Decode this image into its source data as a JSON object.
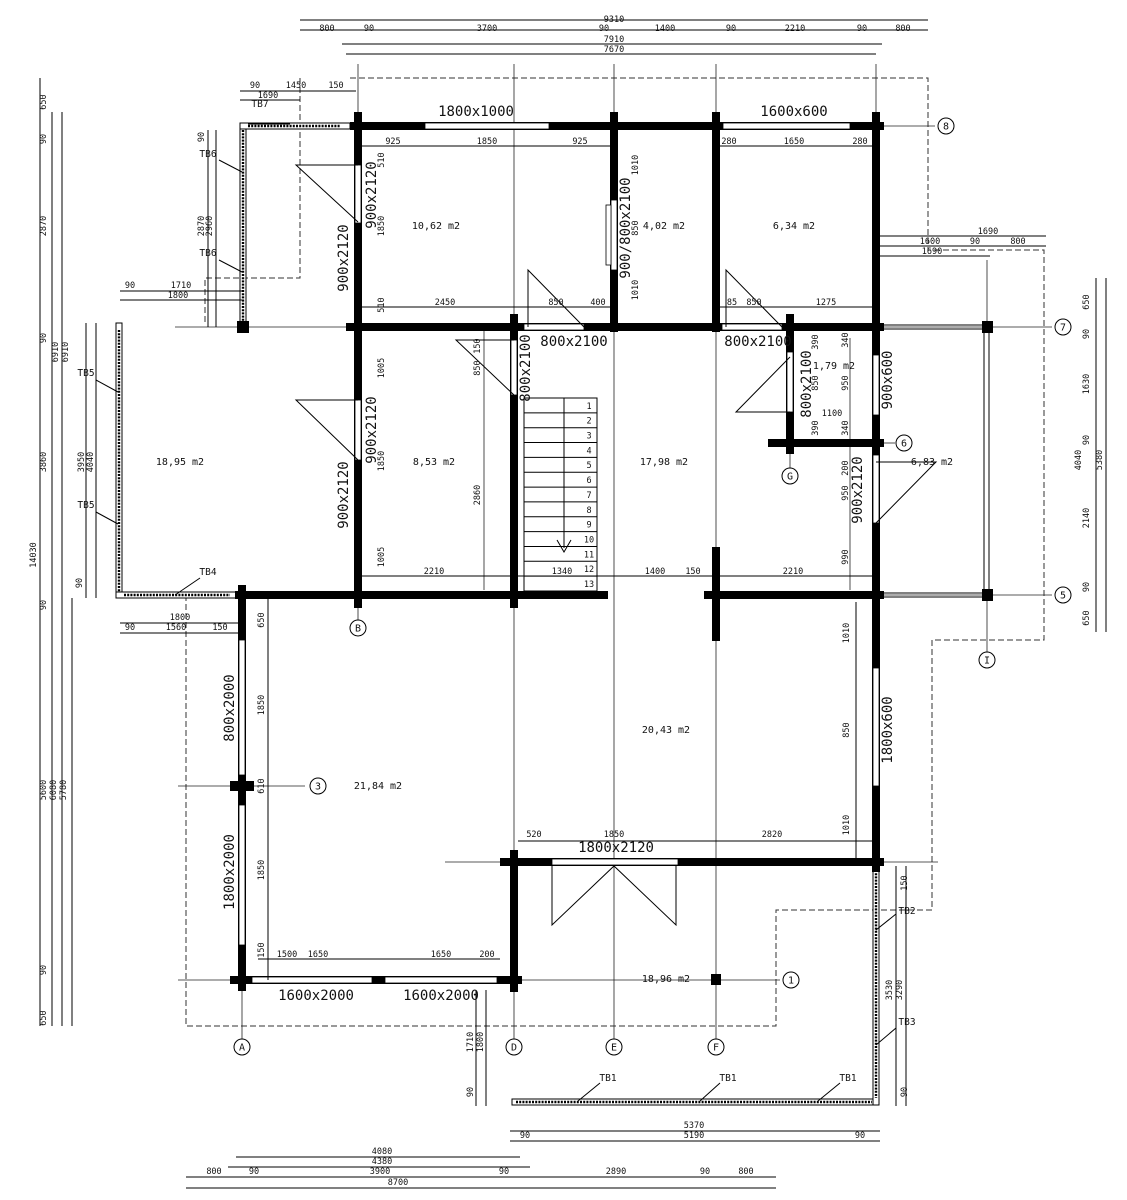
{
  "rooms": [
    "10,62 m2",
    "4,02 m2",
    "6,34 m2",
    "18,95 m2",
    "8,53 m2",
    "17,98 m2",
    "1,79 m2",
    "6,83 m2",
    "20,43 m2",
    "21,84 m2",
    "18,96 m2"
  ],
  "openings": [
    "1800x1000",
    "1600x600",
    "900x2120",
    "900x2120",
    "900/800x2100",
    "800x2100",
    "800x2100",
    "800x2100",
    "800x2100",
    "900x2120",
    "900x2120",
    "900x600",
    "900x2120",
    "1800x600",
    "800x2000",
    "1800x2000",
    "1800x2120",
    "1600x2000",
    "1600x2000"
  ],
  "axes": [
    "A",
    "B",
    "D",
    "E",
    "F",
    "G",
    "I",
    "1",
    "3",
    "5",
    "6",
    "7",
    "8"
  ],
  "terrace_labels": [
    "TB7",
    "TB6",
    "TB6",
    "TB5",
    "TB5",
    "TB4",
    "TB2",
    "TB3",
    "TB1",
    "TB1",
    "TB1"
  ],
  "stair_steps": [
    "1",
    "2",
    "3",
    "4",
    "5",
    "6",
    "7",
    "8",
    "9",
    "10",
    "11",
    "12",
    "13"
  ],
  "dimensions": [
    "9310",
    "800",
    "90",
    "3700",
    "90",
    "1400",
    "90",
    "2210",
    "90",
    "800",
    "7910",
    "7670",
    "90",
    "1450",
    "150",
    "1690",
    "925",
    "1850",
    "925",
    "280",
    "1650",
    "280",
    "510",
    "1850",
    "510",
    "2450",
    "850",
    "400",
    "85",
    "850",
    "1275",
    "1010",
    "850",
    "1010",
    "390",
    "340",
    "850",
    "950",
    "1100",
    "390",
    "340",
    "150",
    "850",
    "1005",
    "1850",
    "1005",
    "2860",
    "2210",
    "1340",
    "1400",
    "150",
    "2210",
    "990",
    "950",
    "200",
    "1690",
    "1600",
    "90",
    "800",
    "1690",
    "650",
    "90",
    "1630",
    "90",
    "4040",
    "5380",
    "2140",
    "90",
    "650",
    "650",
    "90",
    "2870",
    "90",
    "6910",
    "6910",
    "3860",
    "14030",
    "90",
    "5600",
    "6080",
    "5780",
    "90",
    "650",
    "90",
    "2870",
    "2960",
    "90",
    "1710",
    "1800",
    "3950",
    "4040",
    "90",
    "1800",
    "90",
    "1560",
    "150",
    "650",
    "1850",
    "610",
    "1850",
    "150",
    "1500",
    "1650",
    "1650",
    "200",
    "1010",
    "850",
    "1010",
    "520",
    "1850",
    "2820",
    "150",
    "3530",
    "3290",
    "90",
    "1710",
    "1800",
    "90",
    "5370",
    "90",
    "5190",
    "90",
    "4080",
    "4380",
    "800",
    "90",
    "3900",
    "90",
    "2890",
    "90",
    "800",
    "8700"
  ]
}
